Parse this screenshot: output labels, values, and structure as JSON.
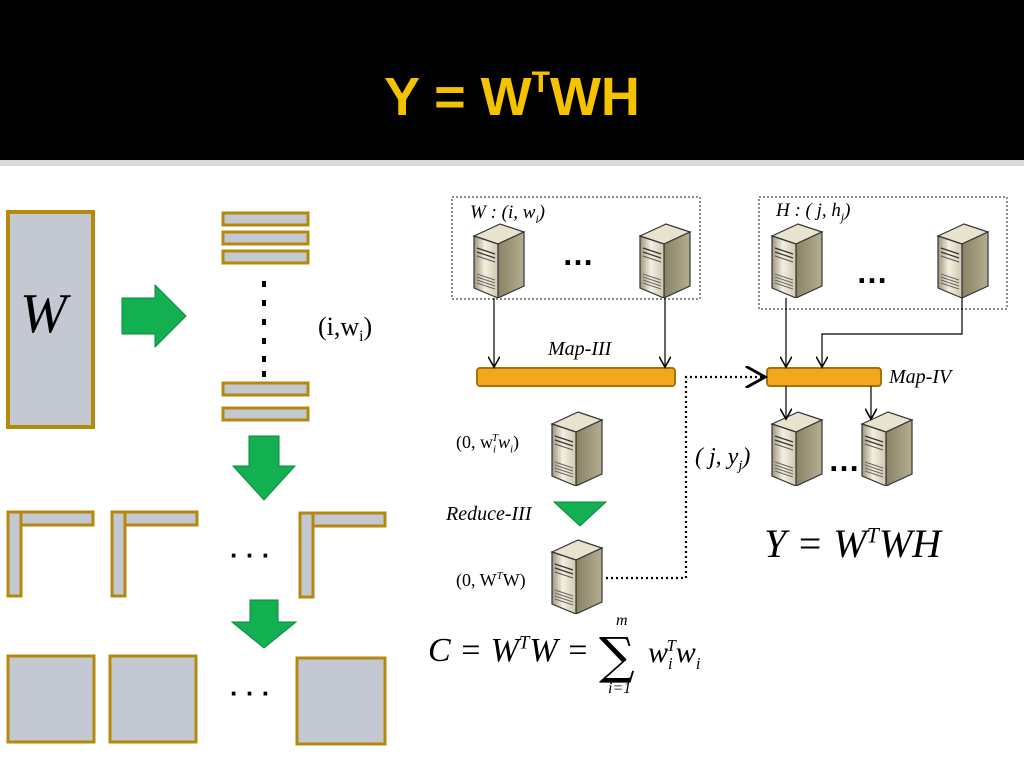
{
  "title": {
    "base": "Y = W",
    "sup": "T",
    "rest": "WH"
  },
  "left": {
    "w_letter": "W",
    "row_label": "(i,w",
    "row_label_sub": "i",
    "row_label_close": ")",
    "ellipsis_1": "· · ·",
    "ellipsis_2": "· · ·"
  },
  "right": {
    "w_group_label": "W : (i, w",
    "w_group_sub": "i",
    "h_group_label": "H : ( j, h",
    "h_group_sub": "j",
    "map3": "Map-III",
    "map4": "Map-IV",
    "reduce3": "Reduce-III",
    "out1_a": "(0, w",
    "out1_sub": "i",
    "out1_sup": "T",
    "out1_b": "w",
    "out1_sub2": "i",
    "out2_a": "(0, W",
    "out2_sup": "T",
    "out2_b": "W)",
    "jy_label": "( j, y",
    "jy_sub": "j",
    "eq_y": "Y = W",
    "eq_y_sup": "T",
    "eq_y_rest": "WH",
    "eq_c": "C = W",
    "eq_c_sup": "T",
    "eq_c_mid": "W = ",
    "eq_c_sum_top": "m",
    "eq_c_sum_bottom": "i=1",
    "eq_c_w": "w",
    "eq_c_sub": "i",
    "eq_c_sup2": "T",
    "eq_c_w2": "w",
    "eq_c_sub2": "i",
    "dots": "…"
  },
  "colors": {
    "gold": "#c8960a",
    "gray": "#c4c8d2",
    "green": "#12b050",
    "orange": "#f2a81d",
    "title": "#f5c200"
  }
}
